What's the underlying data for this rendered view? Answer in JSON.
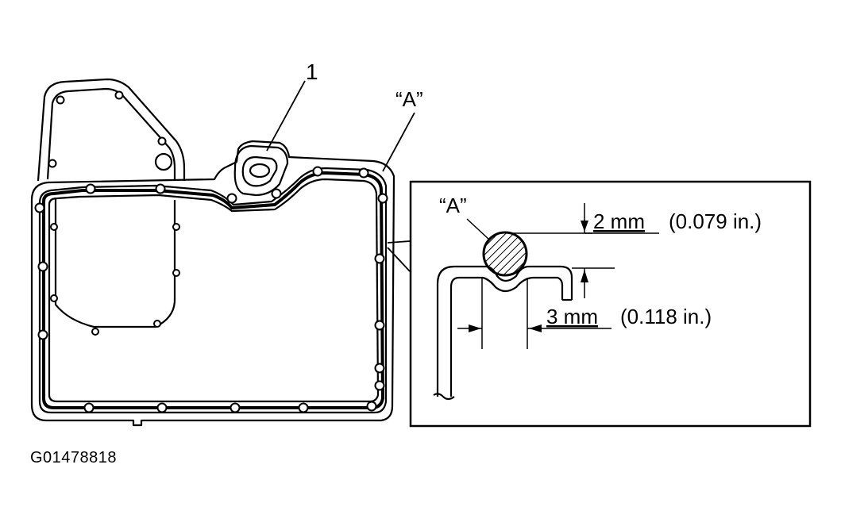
{
  "callouts": {
    "part_number": "1",
    "section_marker": "“A”",
    "detail_marker": "“A”"
  },
  "dimensions": {
    "bead_height_value": "2 mm",
    "bead_height_imperial": "(0.079 in.)",
    "bead_width_value": "3 mm",
    "bead_width_imperial": "(0.118 in.)"
  },
  "figure_id": "G01478818",
  "colors": {
    "line": "#000000",
    "background": "#ffffff"
  }
}
